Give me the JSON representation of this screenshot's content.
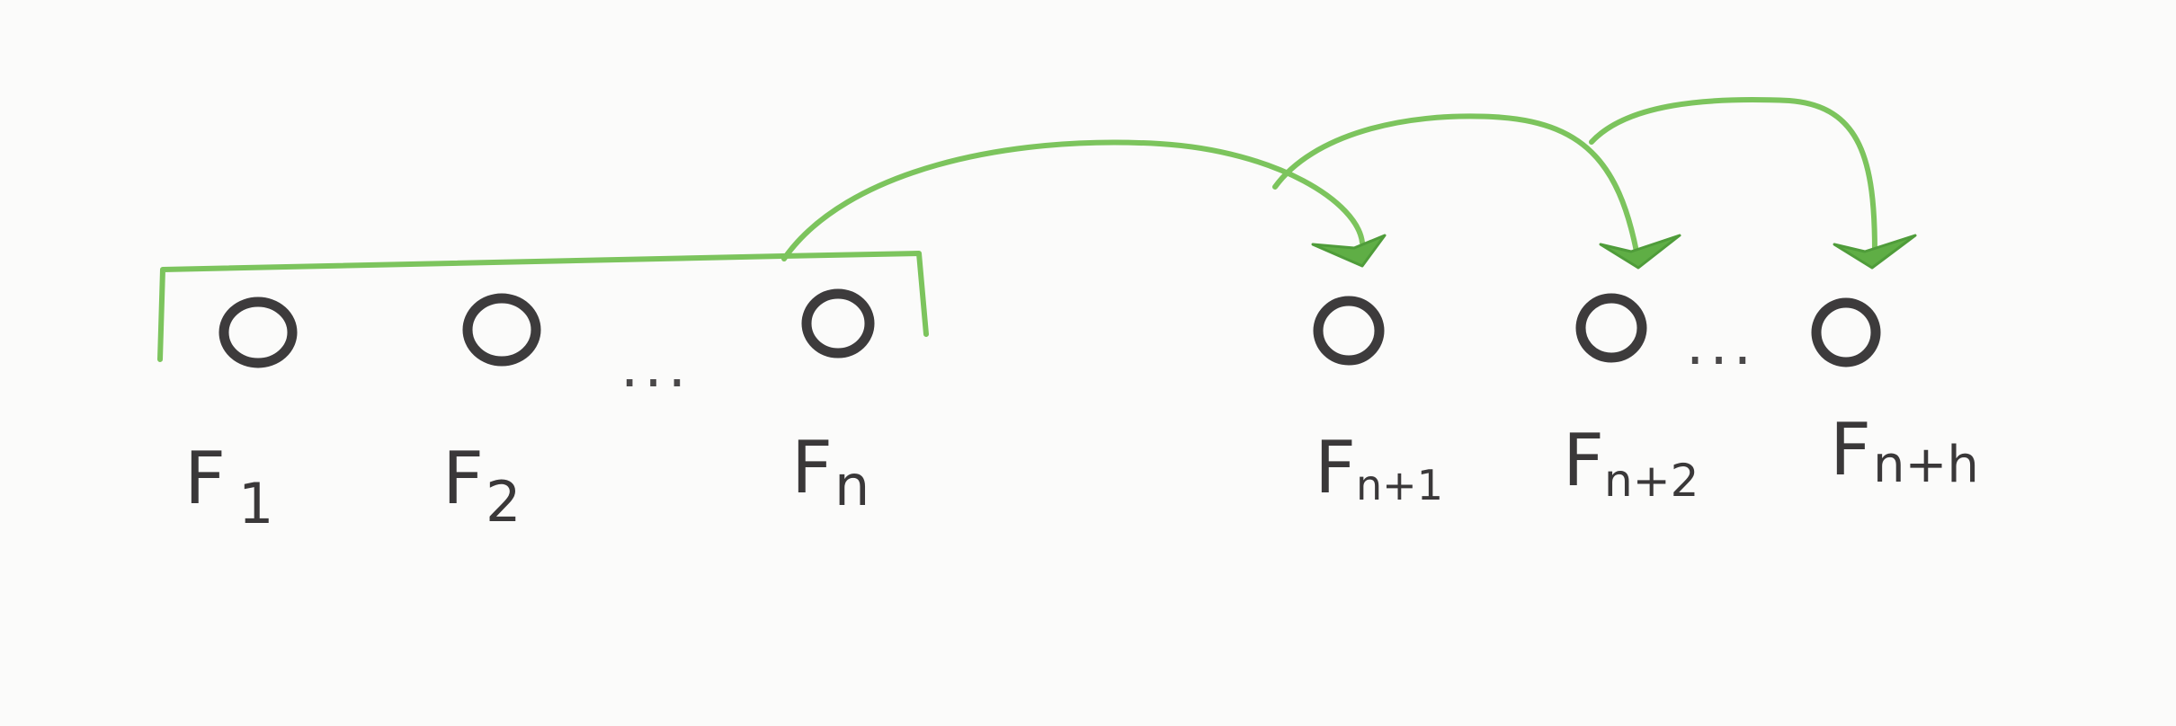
{
  "diagram": {
    "nodes_left": [
      {
        "base": "F",
        "sub": "1"
      },
      {
        "base": "F",
        "sub": "2"
      },
      {
        "base": "F",
        "sub": "n"
      }
    ],
    "nodes_right": [
      {
        "base": "F",
        "sub": "n+1"
      },
      {
        "base": "F",
        "sub": "n+2"
      },
      {
        "base": "F",
        "sub": "n+h"
      }
    ],
    "ellipsis": "...",
    "colors": {
      "arrow": "#7cc45d",
      "arrowhead": "#5fae45",
      "ink": "#3d3b3c",
      "background": "#fbfbfa"
    }
  }
}
